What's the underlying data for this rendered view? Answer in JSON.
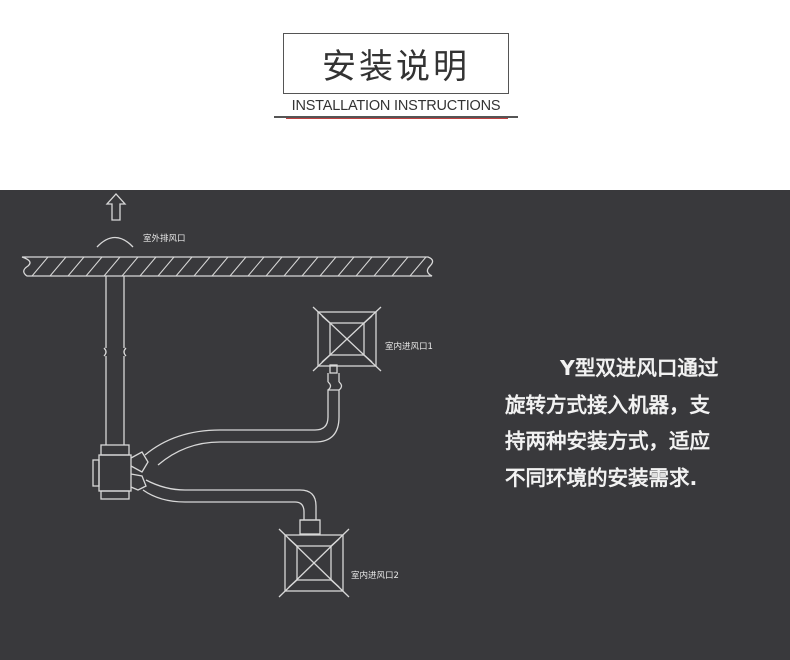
{
  "header": {
    "title_cn": "安装说明",
    "title_en": "INSTALLATION INSTRUCTIONS"
  },
  "diagram": {
    "outdoor_outlet_label": "室外排风口",
    "indoor_inlet_1_label": "室内进风口1",
    "indoor_inlet_2_label": "室内进风口2"
  },
  "description": {
    "lines": [
      "Y型双进风口通过",
      "旋转方式接入机器，支",
      "持两种安装方式，适应",
      "不同环境的安装需求."
    ]
  },
  "colors": {
    "background_dark": "#39393c",
    "line": "#d8d8d8",
    "accent_rule": "#c04040"
  }
}
